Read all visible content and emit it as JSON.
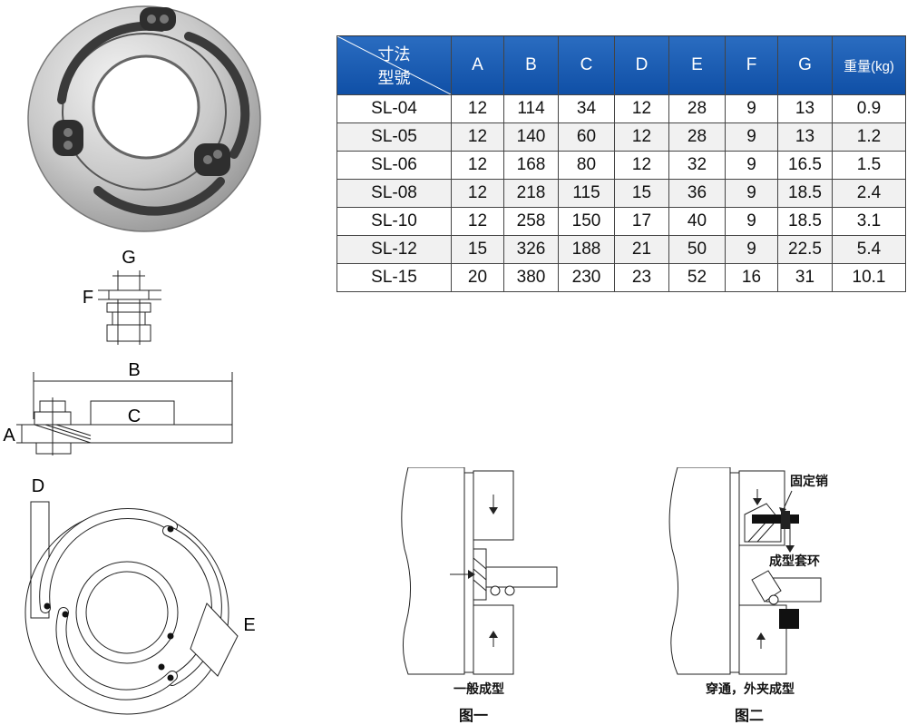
{
  "table": {
    "corner_top": "寸法",
    "corner_bottom": "型號",
    "columns": [
      "A",
      "B",
      "C",
      "D",
      "E",
      "F",
      "G",
      "重量(kg)"
    ],
    "rows": [
      {
        "model": "SL-04",
        "values": [
          "12",
          "114",
          "34",
          "12",
          "28",
          "9",
          "13",
          "0.9"
        ]
      },
      {
        "model": "SL-05",
        "values": [
          "12",
          "140",
          "60",
          "12",
          "28",
          "9",
          "13",
          "1.2"
        ]
      },
      {
        "model": "SL-06",
        "values": [
          "12",
          "168",
          "80",
          "12",
          "32",
          "9",
          "16.5",
          "1.5"
        ]
      },
      {
        "model": "SL-08",
        "values": [
          "12",
          "218",
          "115",
          "15",
          "36",
          "9",
          "18.5",
          "2.4"
        ]
      },
      {
        "model": "SL-10",
        "values": [
          "12",
          "258",
          "150",
          "17",
          "40",
          "9",
          "18.5",
          "3.1"
        ]
      },
      {
        "model": "SL-12",
        "values": [
          "15",
          "326",
          "188",
          "21",
          "50",
          "9",
          "22.5",
          "5.4"
        ]
      },
      {
        "model": "SL-15",
        "values": [
          "20",
          "380",
          "230",
          "23",
          "52",
          "16",
          "31",
          "10.1"
        ]
      }
    ]
  },
  "dimension_labels": {
    "G": "G",
    "F": "F",
    "B": "B",
    "C": "C",
    "A": "A",
    "D": "D",
    "E": "E"
  },
  "figure1": {
    "caption": "一般成型",
    "label": "图一"
  },
  "figure2": {
    "caption": "穿通，外夹成型",
    "label": "图二",
    "pin_label": "固定销",
    "ring_label": "成型套环"
  },
  "colors": {
    "header_blue": "#1a5fb4",
    "line": "#222222"
  }
}
